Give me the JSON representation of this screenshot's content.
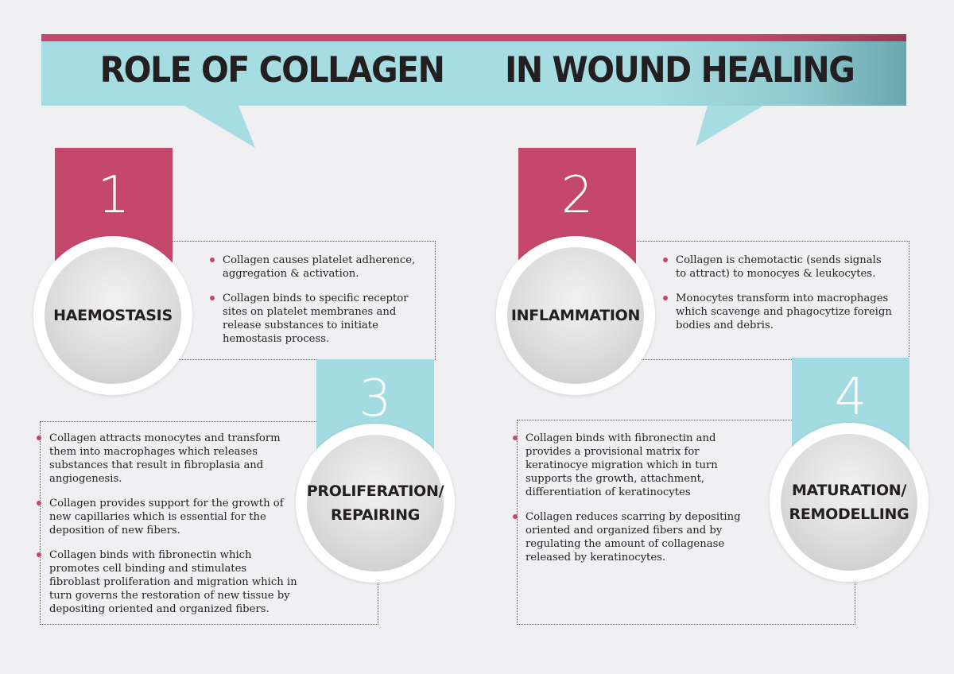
{
  "title": {
    "left": "ROLE OF COLLAGEN",
    "right": "IN WOUND HEALING"
  },
  "colors": {
    "accent_red": "#c5476a",
    "accent_blue": "#a2dbe1",
    "bullet": "#c5476a"
  },
  "stages": [
    {
      "number": "1",
      "name_line1": "HAEMOSTASIS",
      "name_line2": "",
      "points": [
        "Collagen causes platelet adherence, aggregation & activation.",
        "Collagen binds to specific receptor sites on platelet membranes and release substances to initiate hemostasis process."
      ]
    },
    {
      "number": "2",
      "name_line1": "INFLAMMATION",
      "name_line2": "",
      "points": [
        "Collagen is chemotactic (sends signals to attract) to monocyes & leukocytes.",
        "Monocytes transform into macrophages which scavenge and phagocytize foreign bodies and debris."
      ]
    },
    {
      "number": "3",
      "name_line1": "PROLIFERATION/",
      "name_line2": "REPAIRING",
      "points": [
        "Collagen attracts monocytes and transform them into macrophages which releases substances that result in fibroplasia and angiogenesis.",
        "Collagen provides support for the growth of new capillaries which is essential for the deposition of new fibers.",
        "Collagen binds with fibronectin which promotes cell binding and stimulates fibroblast proliferation and migration which in turn governs the restoration of new tissue by depositing oriented and organized fibers."
      ]
    },
    {
      "number": "4",
      "name_line1": "MATURATION/",
      "name_line2": "REMODELLING",
      "points": [
        "Collagen binds with fibronectin and provides a provisional matrix for keratinocye migration which in turn supports the growth, attachment, differentiation of keratinocytes",
        "Collagen reduces scarring by depositing oriented and organized fibers and by regulating the amount of collagenase released by keratinocytes."
      ]
    }
  ]
}
